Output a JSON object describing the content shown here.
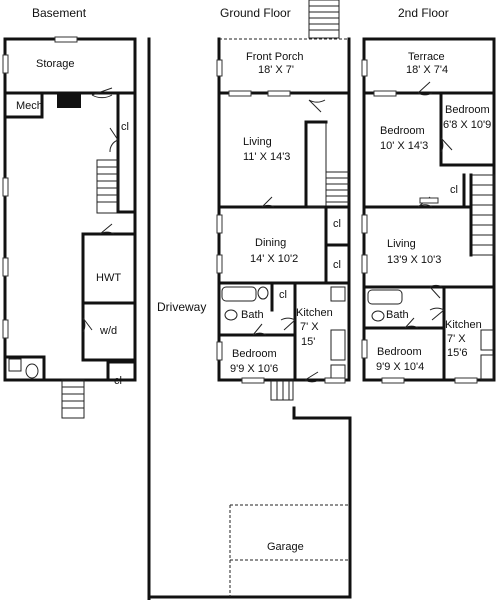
{
  "headers": {
    "basement": "Basement",
    "ground": "Ground Floor",
    "second": "2nd Floor"
  },
  "basement": {
    "storage": "Storage",
    "mech": "Mech",
    "cl1": "cl",
    "hwt": "HWT",
    "wd": "w/d",
    "cl2": "cl"
  },
  "ground": {
    "porch": "Front Porch",
    "porch_dim": "18' X 7'",
    "living": "Living",
    "living_dim": "11' X 14'3",
    "dining": "Dining",
    "dining_dim": "14' X 10'2",
    "cl1": "cl",
    "cl2": "cl",
    "cl3": "cl",
    "bath": "Bath",
    "kitchen": "Kitchen",
    "kitchen_dim1": "7' X",
    "kitchen_dim2": "15'",
    "bedroom": "Bedroom",
    "bedroom_dim": "9'9 X 10'6",
    "driveway": "Driveway",
    "garage": "Garage"
  },
  "second": {
    "terrace": "Terrace",
    "terrace_dim": "18' X 7'4",
    "bedroom1": "Bedroom",
    "bedroom1_dim": "10' X 14'3",
    "bedroom2": "Bedroom",
    "bedroom2_dim": "6'8 X 10'9",
    "cl": "cl",
    "living": "Living",
    "living_dim": "13'9 X 10'3",
    "bath": "Bath",
    "kitchen": "Kitchen",
    "kitchen_dim1": "7' X",
    "kitchen_dim2": "15'6",
    "bedroom3": "Bedroom",
    "bedroom3_dim": "9'9 X 10'4"
  }
}
